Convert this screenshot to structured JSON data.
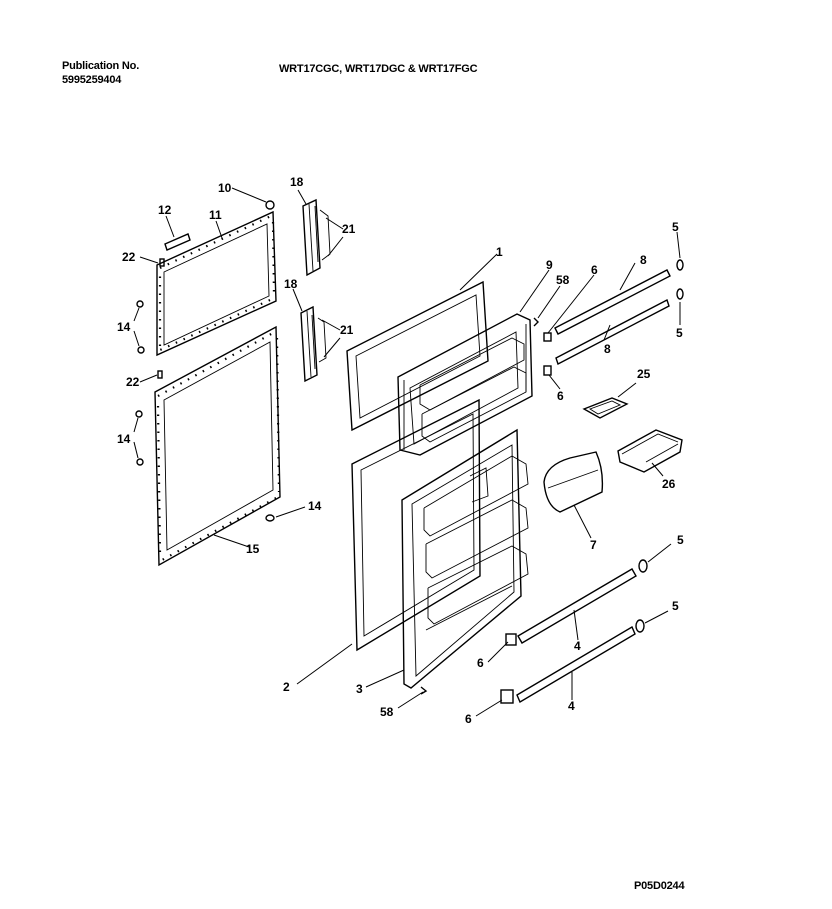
{
  "header": {
    "publication_label": "Publication No.",
    "publication_number": "5995259404",
    "models": "WRT17CGC, WRT17DGC & WRT17FGC"
  },
  "figure_code": "P05D0244",
  "callouts": {
    "c1": "1",
    "c2": "2",
    "c3": "3",
    "c4a": "4",
    "c4b": "4",
    "c5a": "5",
    "c5b": "5",
    "c5c": "5",
    "c5d": "5",
    "c6a": "6",
    "c6b": "6",
    "c6c": "6",
    "c6d": "6",
    "c7": "7",
    "c8a": "8",
    "c8b": "8",
    "c9": "9",
    "c10": "10",
    "c11": "11",
    "c12": "12",
    "c14a": "14",
    "c14b": "14",
    "c14c": "14",
    "c15": "15",
    "c18a": "18",
    "c18b": "18",
    "c21a": "21",
    "c21b": "21",
    "c22a": "22",
    "c22b": "22",
    "c25": "25",
    "c26": "26",
    "c58a": "58",
    "c58b": "58"
  }
}
